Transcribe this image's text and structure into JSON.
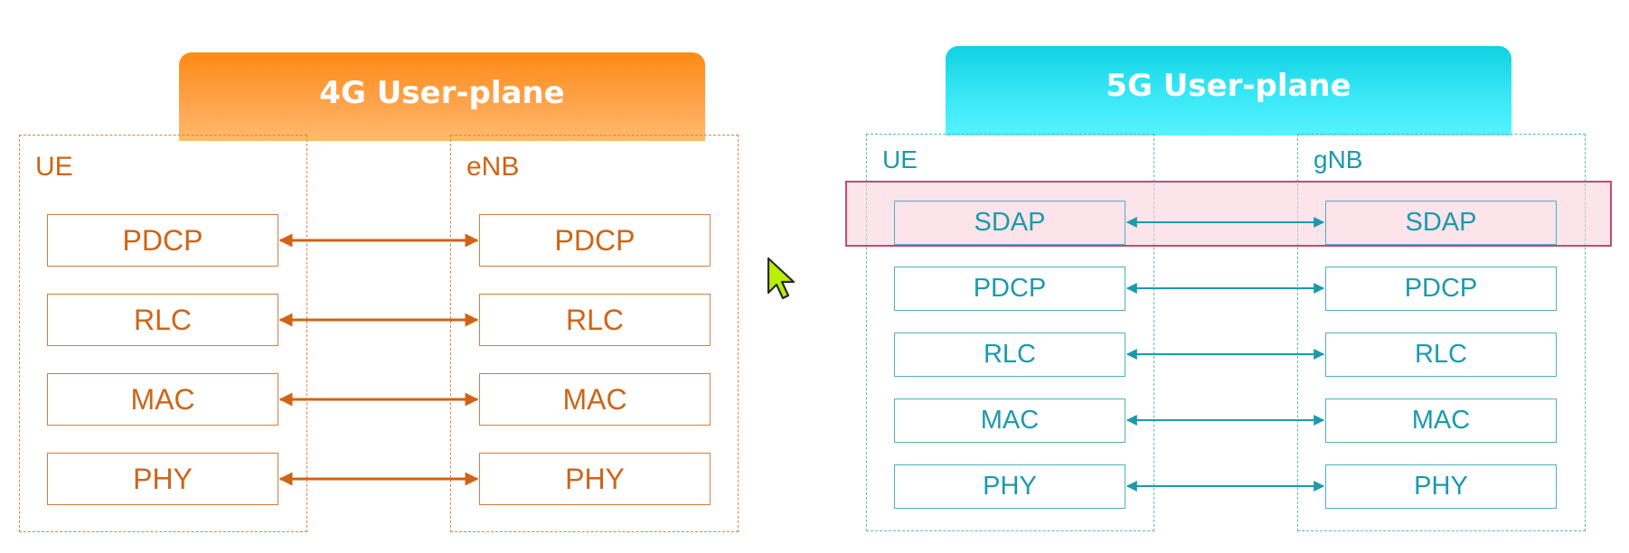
{
  "diagram_4g": {
    "title": "4G User-plane",
    "left_node": "UE",
    "right_node": "eNB",
    "layers": [
      "PDCP",
      "RLC",
      "MAC",
      "PHY"
    ],
    "color": "#cf6416"
  },
  "diagram_5g": {
    "title": "5G User-plane",
    "left_node": "UE",
    "right_node": "gNB",
    "layers": [
      "SDAP",
      "PDCP",
      "RLC",
      "MAC",
      "PHY"
    ],
    "highlighted_layer": "SDAP",
    "color": "#1b9aad"
  },
  "cursor": {
    "icon": "mouse-pointer-icon",
    "color": "#b8f000"
  }
}
